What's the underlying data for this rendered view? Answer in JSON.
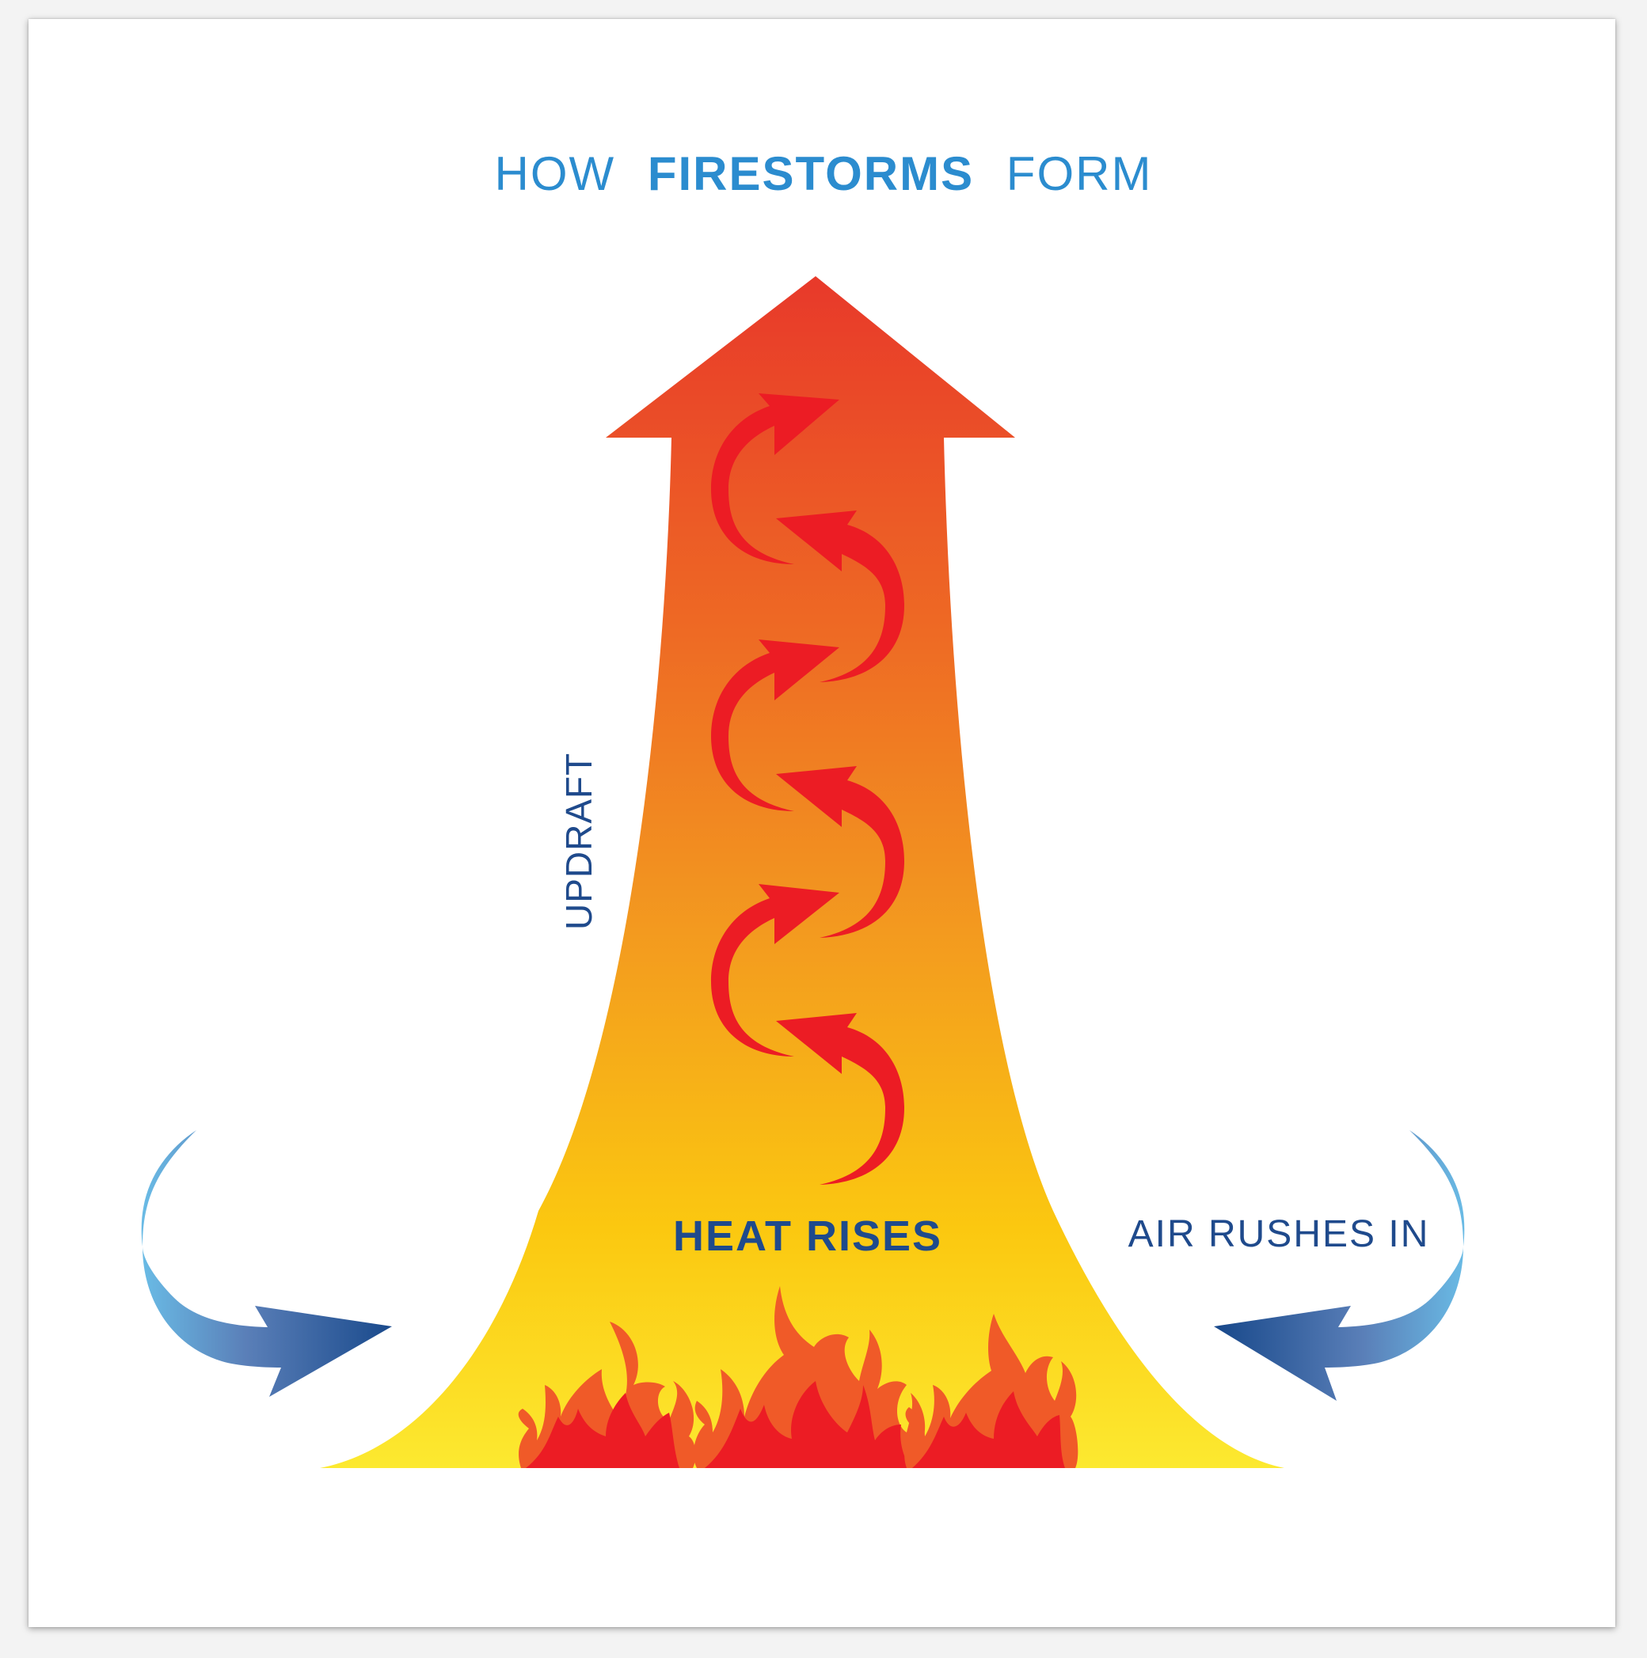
{
  "title": {
    "prefix": "HOW",
    "emphasis": "FIRESTORMS",
    "suffix": "FORM"
  },
  "labels": {
    "updraft": "UPDRAFT",
    "heat_rises": "HEAT RISES",
    "air_rushes_in": "AIR RUSHES IN"
  },
  "colors": {
    "title_blue": "#2b8ccf",
    "label_navy": "#1f4a8c",
    "updraft_top": "#e8392a",
    "updraft_mid": "#f39a1f",
    "updraft_bottom": "#fce930",
    "swirl_red": "#ec1c24",
    "flame_red": "#ec1c24",
    "flame_orange": "#f05a28",
    "inflow_dark": "#1a4a8c",
    "inflow_light": "#6cc4ec"
  }
}
